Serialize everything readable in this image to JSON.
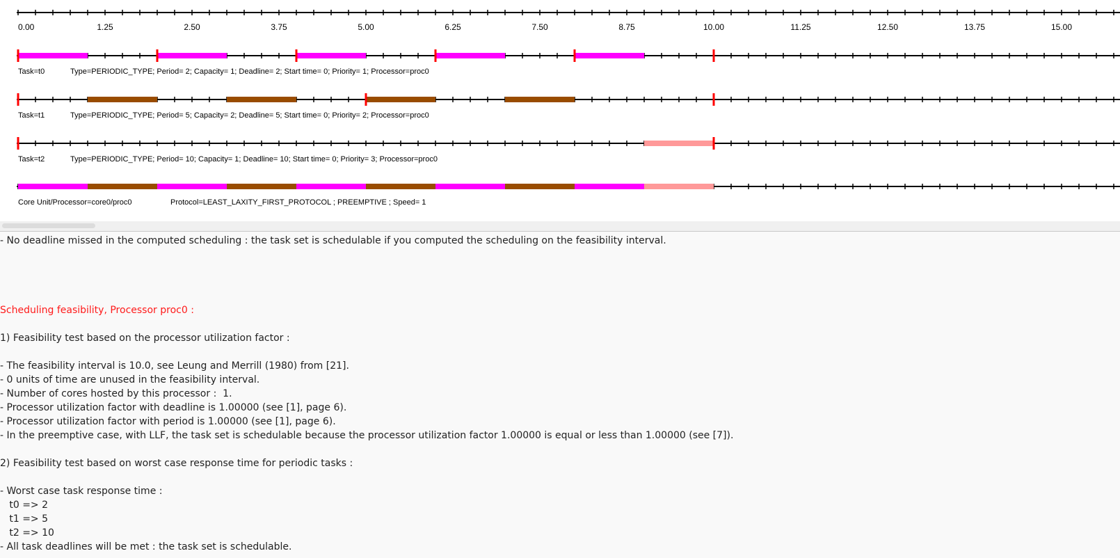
{
  "colors": {
    "task_t0": "#ff00ff",
    "task_t1": "#994c00",
    "task_t2": "#ff9999",
    "release_marker": "#ff0000",
    "axis": "#000000",
    "heading": "#ff1a1a"
  },
  "gantt": {
    "ticks": [
      "0.00",
      "1.25",
      "2.50",
      "3.75",
      "5.00",
      "6.25",
      "7.50",
      "8.75",
      "10.00",
      "11.25",
      "12.50",
      "13.75",
      "15.00"
    ],
    "tasks": [
      {
        "name": "Task=t0",
        "info": "Type=PERIODIC_TYPE; Period= 2; Capacity= 1; Deadline= 2; Start time= 0; Priority= 1; Processor=proc0",
        "color_key": "task_t0",
        "segments": [
          [
            0,
            1
          ],
          [
            2,
            3
          ],
          [
            4,
            5
          ],
          [
            6,
            7
          ],
          [
            8,
            9
          ]
        ],
        "releases": [
          0,
          2,
          4,
          6,
          8,
          10
        ]
      },
      {
        "name": "Task=t1",
        "info": "Type=PERIODIC_TYPE; Period= 5; Capacity= 2; Deadline= 5; Start time= 0; Priority= 2; Processor=proc0",
        "color_key": "task_t1",
        "segments": [
          [
            1,
            2
          ],
          [
            3,
            4
          ],
          [
            5,
            6
          ],
          [
            7,
            8
          ]
        ],
        "releases": [
          0,
          5,
          10
        ]
      },
      {
        "name": "Task=t2",
        "info": "Type=PERIODIC_TYPE; Period= 10; Capacity= 1; Deadline= 10; Start time= 0; Priority= 3; Processor=proc0",
        "color_key": "task_t2",
        "segments": [
          [
            9,
            10
          ]
        ],
        "releases": [
          0,
          10
        ]
      }
    ],
    "core": {
      "name": "Core Unit/Processor=core0/proc0",
      "info": "Protocol=LEAST_LAXITY_FIRST_PROTOCOL ; PREEMPTIVE ; Speed= 1",
      "segments": [
        {
          "from": 0,
          "to": 1,
          "color_key": "task_t0"
        },
        {
          "from": 1,
          "to": 2,
          "color_key": "task_t1"
        },
        {
          "from": 2,
          "to": 3,
          "color_key": "task_t0"
        },
        {
          "from": 3,
          "to": 4,
          "color_key": "task_t1"
        },
        {
          "from": 4,
          "to": 5,
          "color_key": "task_t0"
        },
        {
          "from": 5,
          "to": 6,
          "color_key": "task_t1"
        },
        {
          "from": 6,
          "to": 7,
          "color_key": "task_t0"
        },
        {
          "from": 7,
          "to": 8,
          "color_key": "task_t1"
        },
        {
          "from": 8,
          "to": 9,
          "color_key": "task_t0"
        },
        {
          "from": 9,
          "to": 10,
          "color_key": "task_t2"
        }
      ]
    }
  },
  "log": {
    "lines": [
      {
        "text": "- No deadline missed in the computed scheduling : the task set is schedulable if you computed the scheduling on the feasibility interval.",
        "red": false
      },
      {
        "text": "",
        "red": false
      },
      {
        "text": "",
        "red": false
      },
      {
        "text": "",
        "red": false
      },
      {
        "text": "",
        "red": false
      },
      {
        "text": "Scheduling feasibility, Processor proc0 :",
        "red": true
      },
      {
        "text": "",
        "red": false
      },
      {
        "text": "1) Feasibility test based on the processor utilization factor :",
        "red": false
      },
      {
        "text": "",
        "red": false
      },
      {
        "text": "- The feasibility interval is 10.0, see Leung and Merrill (1980) from [21].",
        "red": false
      },
      {
        "text": "- 0 units of time are unused in the feasibility interval.",
        "red": false
      },
      {
        "text": "- Number of cores hosted by this processor :  1.",
        "red": false
      },
      {
        "text": "- Processor utilization factor with deadline is 1.00000 (see [1], page 6).",
        "red": false
      },
      {
        "text": "- Processor utilization factor with period is 1.00000 (see [1], page 6).",
        "red": false
      },
      {
        "text": "- In the preemptive case, with LLF, the task set is schedulable because the processor utilization factor 1.00000 is equal or less than 1.00000 (see [7]).",
        "red": false
      },
      {
        "text": "",
        "red": false
      },
      {
        "text": "2) Feasibility test based on worst case response time for periodic tasks :",
        "red": false
      },
      {
        "text": "",
        "red": false
      },
      {
        "text": "- Worst case task response time :",
        "red": false
      },
      {
        "text": "   t0 => 2",
        "red": false
      },
      {
        "text": "   t1 => 5",
        "red": false
      },
      {
        "text": "   t2 => 10",
        "red": false
      },
      {
        "text": "- All task deadlines will be met : the task set is schedulable.",
        "red": false
      }
    ]
  }
}
